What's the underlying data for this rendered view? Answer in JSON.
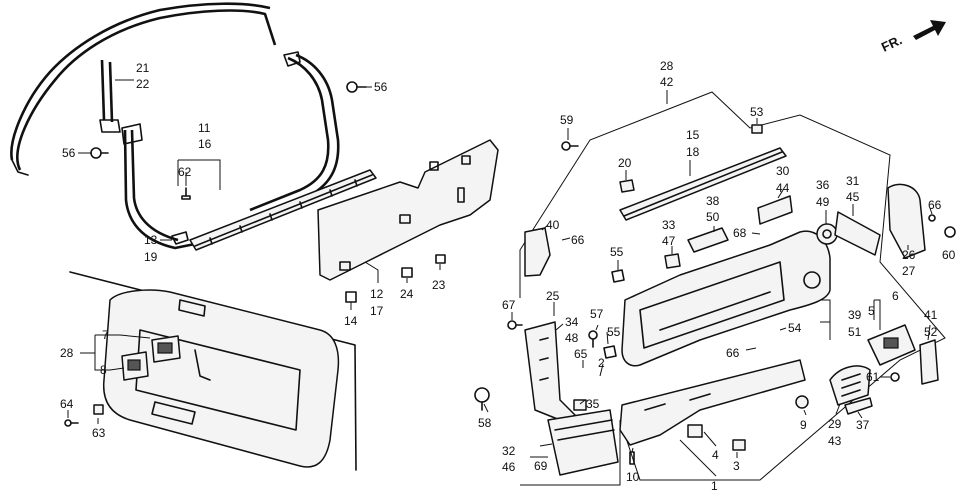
{
  "direction_indicator": {
    "label": "FR.",
    "icon": "arrow-forward-icon"
  },
  "callouts": [
    {
      "id": "c21",
      "text": "21"
    },
    {
      "id": "c22",
      "text": "22"
    },
    {
      "id": "c56a",
      "text": "56"
    },
    {
      "id": "c56b",
      "text": "56"
    },
    {
      "id": "c11",
      "text": "11"
    },
    {
      "id": "c16",
      "text": "16"
    },
    {
      "id": "c62",
      "text": "62"
    },
    {
      "id": "c13",
      "text": "13"
    },
    {
      "id": "c19",
      "text": "19"
    },
    {
      "id": "c12",
      "text": "12"
    },
    {
      "id": "c17",
      "text": "17"
    },
    {
      "id": "c24",
      "text": "24"
    },
    {
      "id": "c23",
      "text": "23"
    },
    {
      "id": "c14",
      "text": "14"
    },
    {
      "id": "c7",
      "text": "7"
    },
    {
      "id": "c28a",
      "text": "28"
    },
    {
      "id": "c8",
      "text": "8"
    },
    {
      "id": "c64",
      "text": "64"
    },
    {
      "id": "c63",
      "text": "63"
    },
    {
      "id": "c28b",
      "text": "28"
    },
    {
      "id": "c42",
      "text": "42"
    },
    {
      "id": "c59",
      "text": "59"
    },
    {
      "id": "c53",
      "text": "53"
    },
    {
      "id": "c15",
      "text": "15"
    },
    {
      "id": "c18",
      "text": "18"
    },
    {
      "id": "c20",
      "text": "20"
    },
    {
      "id": "c30",
      "text": "30"
    },
    {
      "id": "c44",
      "text": "44"
    },
    {
      "id": "c36",
      "text": "36"
    },
    {
      "id": "c49",
      "text": "49"
    },
    {
      "id": "c31",
      "text": "31"
    },
    {
      "id": "c45",
      "text": "45"
    },
    {
      "id": "c66a",
      "text": "66"
    },
    {
      "id": "c26",
      "text": "26"
    },
    {
      "id": "c27",
      "text": "27"
    },
    {
      "id": "c60",
      "text": "60"
    },
    {
      "id": "c40",
      "text": "40"
    },
    {
      "id": "c66b",
      "text": "66"
    },
    {
      "id": "c38",
      "text": "38"
    },
    {
      "id": "c50",
      "text": "50"
    },
    {
      "id": "c33",
      "text": "33"
    },
    {
      "id": "c47",
      "text": "47"
    },
    {
      "id": "c68",
      "text": "68"
    },
    {
      "id": "c55a",
      "text": "55"
    },
    {
      "id": "c67",
      "text": "67"
    },
    {
      "id": "c25",
      "text": "25"
    },
    {
      "id": "c57",
      "text": "57"
    },
    {
      "id": "c34",
      "text": "34"
    },
    {
      "id": "c48",
      "text": "48"
    },
    {
      "id": "c55b",
      "text": "55"
    },
    {
      "id": "c65",
      "text": "65"
    },
    {
      "id": "c2",
      "text": "2"
    },
    {
      "id": "c39",
      "text": "39"
    },
    {
      "id": "c51",
      "text": "51"
    },
    {
      "id": "c5",
      "text": "5"
    },
    {
      "id": "c6",
      "text": "6"
    },
    {
      "id": "c41",
      "text": "41"
    },
    {
      "id": "c52",
      "text": "52"
    },
    {
      "id": "c54",
      "text": "54"
    },
    {
      "id": "c66c",
      "text": "66"
    },
    {
      "id": "c61",
      "text": "61"
    },
    {
      "id": "c58",
      "text": "58"
    },
    {
      "id": "c35",
      "text": "35"
    },
    {
      "id": "c32",
      "text": "32"
    },
    {
      "id": "c46",
      "text": "46"
    },
    {
      "id": "c69",
      "text": "69"
    },
    {
      "id": "c9",
      "text": "9"
    },
    {
      "id": "c29",
      "text": "29"
    },
    {
      "id": "c43",
      "text": "43"
    },
    {
      "id": "c37",
      "text": "37"
    },
    {
      "id": "c10",
      "text": "10"
    },
    {
      "id": "c4",
      "text": "4"
    },
    {
      "id": "c3",
      "text": "3"
    },
    {
      "id": "c1",
      "text": "1"
    }
  ]
}
